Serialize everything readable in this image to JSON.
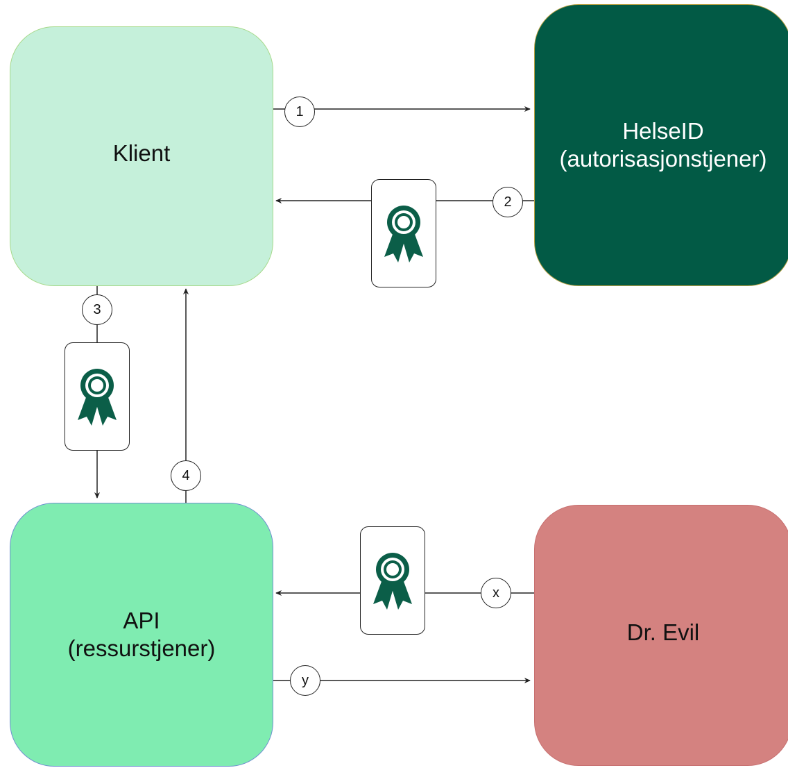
{
  "nodes": {
    "klient": {
      "label": "Klient"
    },
    "helseid": {
      "line1": "HelseID",
      "line2": "(autorisasjonstjener)"
    },
    "api": {
      "line1": "API",
      "line2": "(ressurstjener)"
    },
    "drevil": {
      "label": "Dr. Evil"
    }
  },
  "steps": {
    "s1": "1",
    "s2": "2",
    "s3": "3",
    "s4": "4",
    "sx": "x",
    "sy": "y"
  },
  "colors": {
    "klient_fill": "#c5f0da",
    "helseid_fill": "#025a45",
    "api_fill": "#7fecb1",
    "drevil_fill": "#d48280",
    "token_icon": "#0b5e48"
  },
  "icons": [
    "award-ribbon-icon"
  ]
}
